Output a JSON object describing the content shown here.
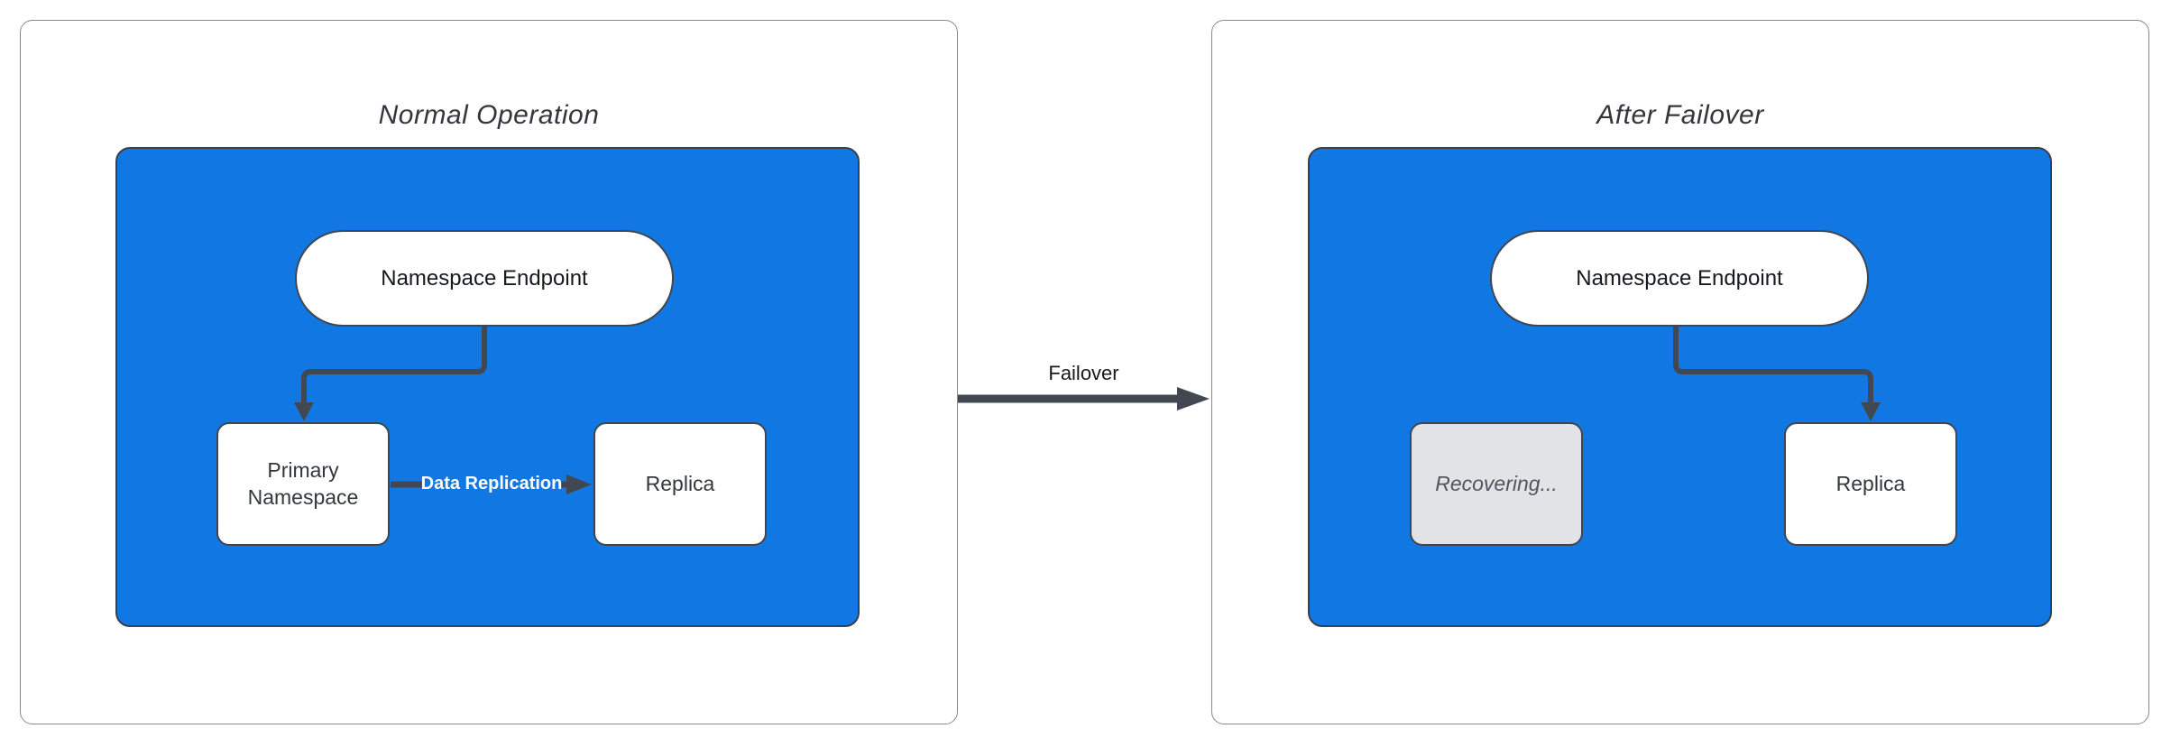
{
  "diagram": {
    "left_panel": {
      "title": "Normal Operation",
      "endpoint_label": "Namespace Endpoint",
      "primary_label": "Primary Namespace",
      "replica_label": "Replica",
      "replication_edge_label": "Data Replication"
    },
    "right_panel": {
      "title": "After Failover",
      "endpoint_label": "Namespace Endpoint",
      "recovering_label": "Recovering...",
      "replica_label": "Replica"
    },
    "transition": {
      "label": "Failover"
    },
    "colors": {
      "cluster_blue": "#1178e3",
      "wire_dark": "#414851",
      "node_white": "#ffffff",
      "recovering_gray": "#e2e3e6",
      "panel_border": "#868a8f"
    }
  }
}
